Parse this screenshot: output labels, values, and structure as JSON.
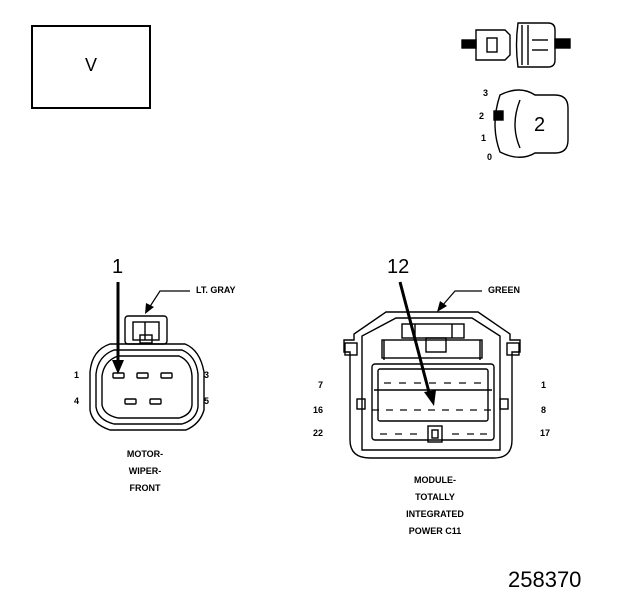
{
  "view_label": "V",
  "key_number": "2",
  "switch_positions": [
    "3",
    "2",
    "1",
    "0"
  ],
  "connector_left": {
    "callout": "1",
    "color": "LT. GRAY",
    "pins": [
      "1",
      "3",
      "4",
      "5"
    ],
    "name_lines": [
      "MOTOR-",
      "WIPER-",
      "FRONT"
    ]
  },
  "connector_right": {
    "callout": "12",
    "color": "GREEN",
    "pins": [
      "7",
      "1",
      "16",
      "8",
      "22",
      "17"
    ],
    "name_lines": [
      "MODULE-",
      "TOTALLY",
      "INTEGRATED",
      "POWER C11"
    ]
  },
  "figure_number": "258370"
}
